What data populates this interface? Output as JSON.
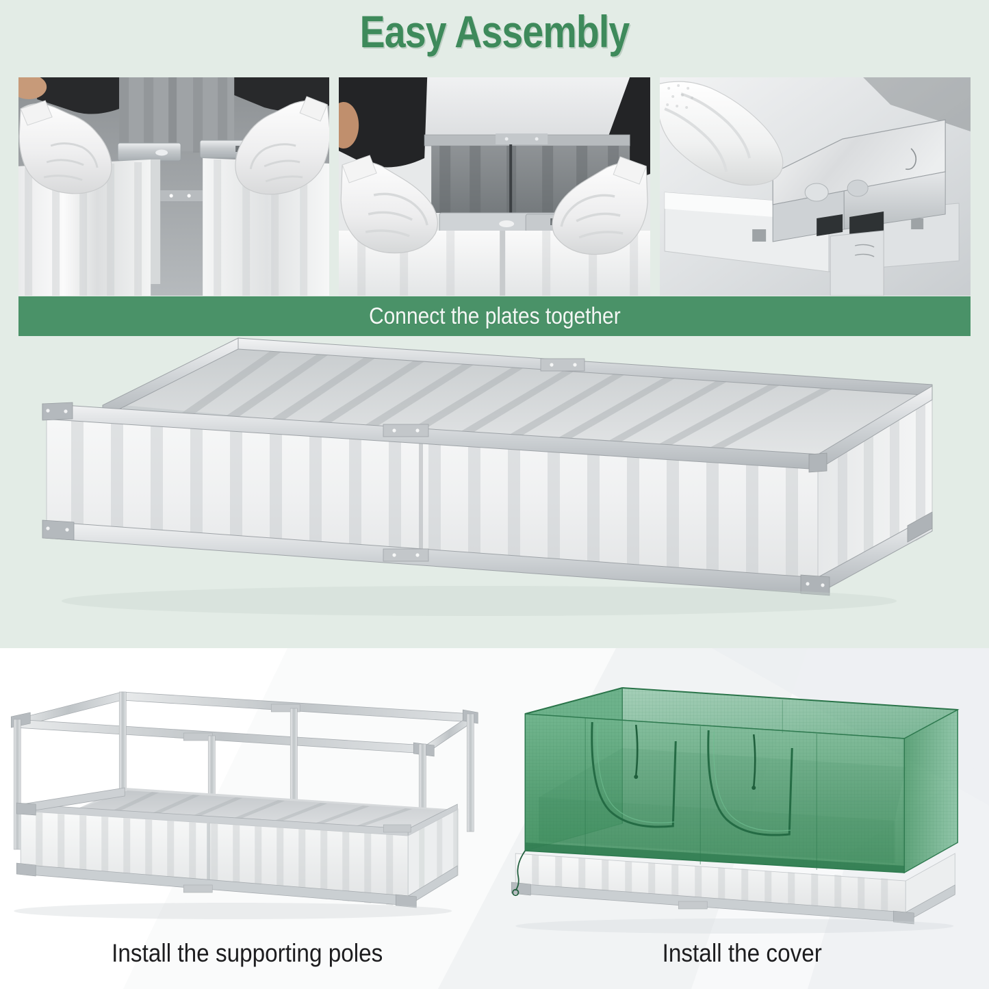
{
  "title": "Easy Assembly",
  "theme": {
    "background_mint": "#e3ece6",
    "banner_green": "#4a9268",
    "title_green": "#3e8a5b",
    "cover_green": "#3f8f5d",
    "metal_light": "#f2f3f4",
    "metal_mid": "#c9cdd0",
    "metal_dark": "#9ba0a4",
    "caption_black": "#1d1d1f"
  },
  "banner": {
    "label": "Connect the plates together"
  },
  "photos": [
    {
      "name": "photo-connect-panels",
      "alt": "Gloved hands aligning two corrugated metal side panels"
    },
    {
      "name": "photo-join-rail",
      "alt": "Gloved hands pressing two panels together along the top rail"
    },
    {
      "name": "photo-corner-bracket",
      "alt": "Gloved hand fitting a galvanized corner bracket onto the frame"
    }
  ],
  "hero": {
    "name": "hero-raised-garden-bed",
    "alt": "Assembled galvanized steel raised garden bed with corrugated walls"
  },
  "steps": [
    {
      "name": "step-supporting-poles",
      "caption": "Install the supporting poles",
      "alt": "Raised garden bed with metal supporting pole frame installed on top"
    },
    {
      "name": "step-cover",
      "caption": "Install the cover",
      "alt": "Raised garden bed covered with a green mesh greenhouse cover with roll-up zip windows"
    }
  ]
}
